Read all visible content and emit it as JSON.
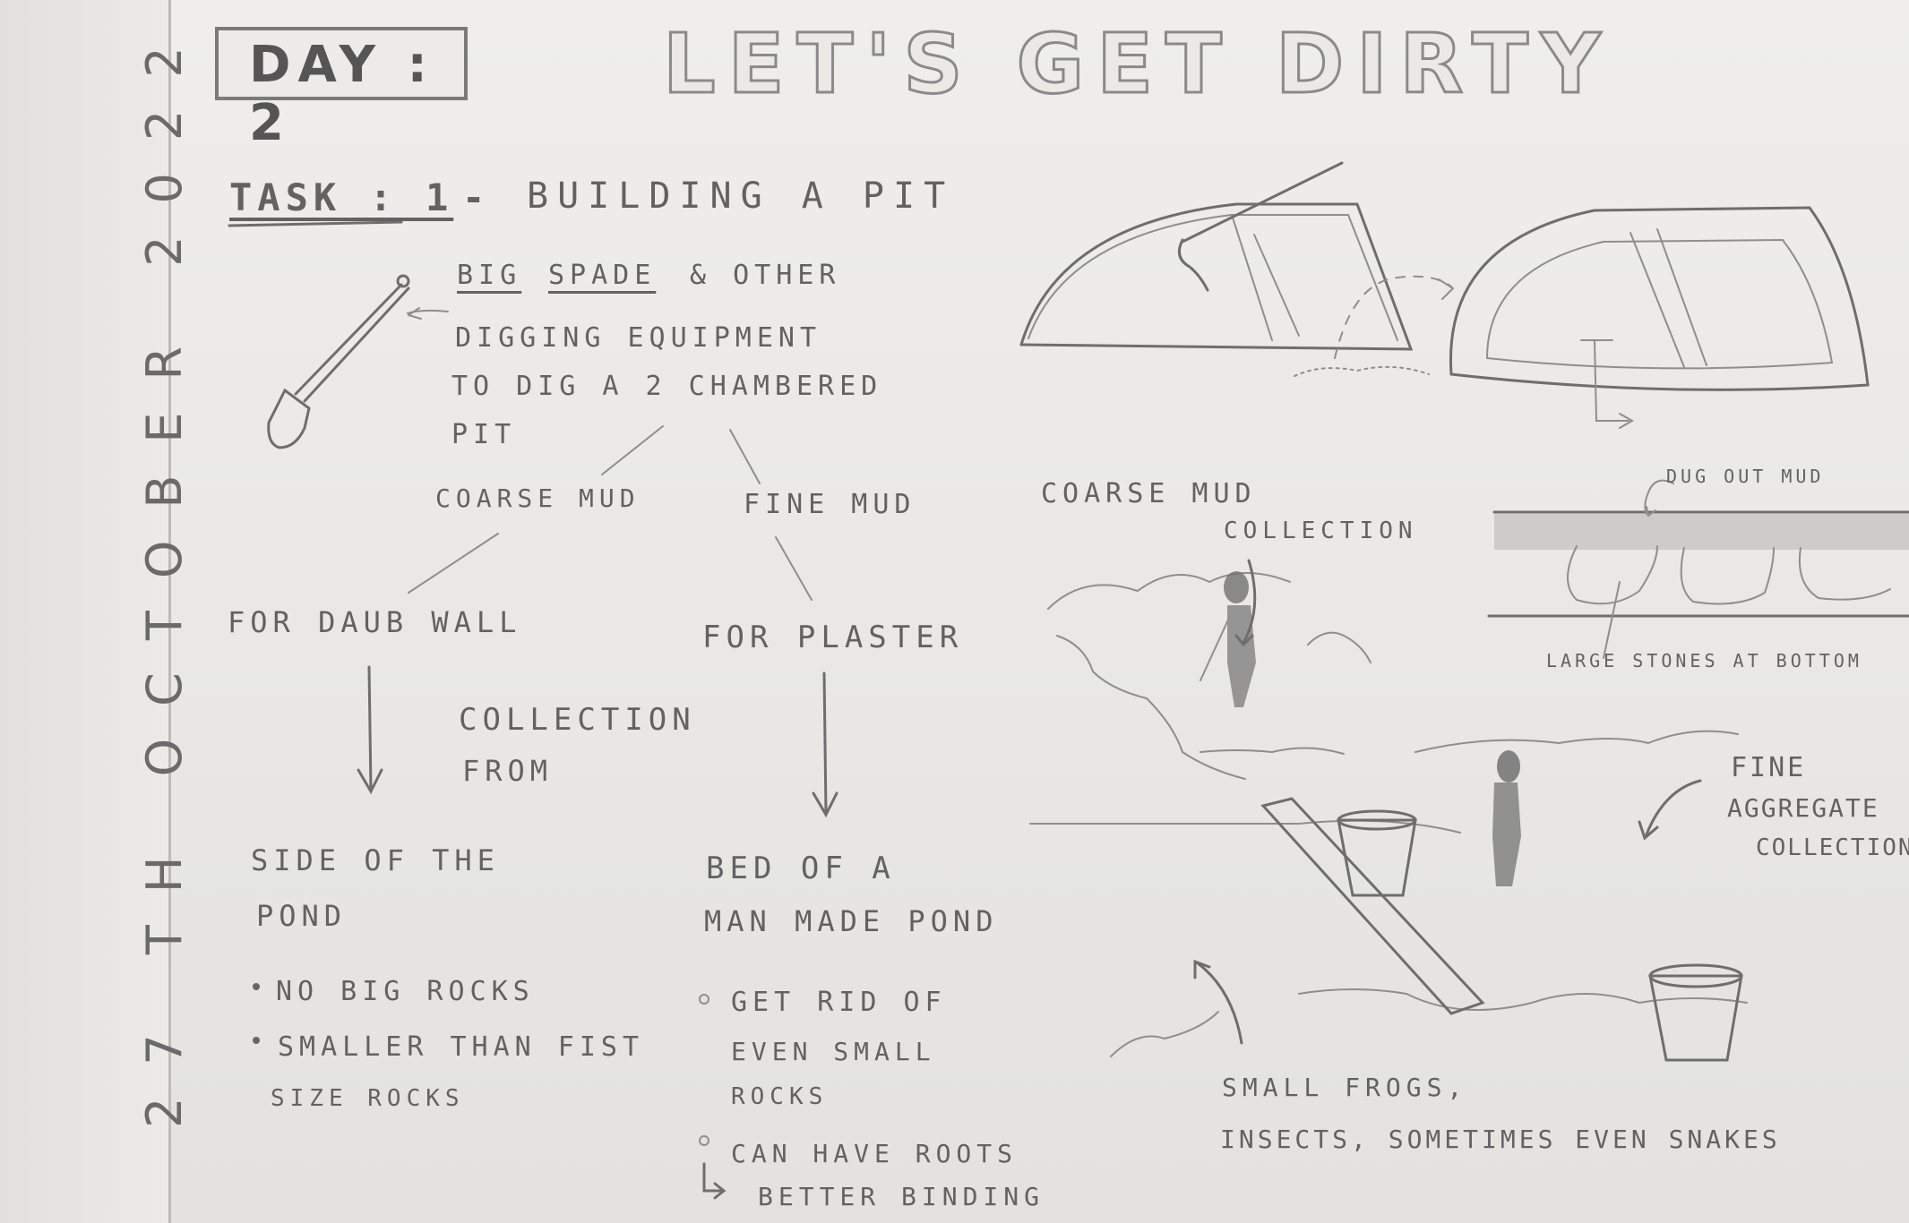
{
  "header": {
    "day_label": "DAY : 2",
    "title": "LET'S GET DIRTY",
    "date": "27 TH   OCTOBER   2022"
  },
  "task": {
    "label": "TASK : 1",
    "dash": "-",
    "name": "BUILDING A PIT"
  },
  "equipment": {
    "big": "BIG",
    "spade": "SPADE",
    "rest": "& OTHER",
    "line2": "DIGGING EQUIPMENT",
    "line3": "TO DIG A 2 CHAMBERED",
    "line4": "PIT"
  },
  "branches": {
    "coarse": "COARSE MUD",
    "fine": "FINE MUD",
    "daub": "FOR DAUB WALL",
    "plaster": "FOR PLASTER",
    "collection_line1": "COLLECTION",
    "collection_line2": "FROM"
  },
  "coarse_source": {
    "line1": "SIDE OF THE",
    "line2": "POND",
    "bullet1": "NO BIG ROCKS",
    "bullet2_line1": "SMALLER THAN FIST",
    "bullet2_line2": "SIZE ROCKS"
  },
  "fine_source": {
    "line1": "BED OF A",
    "line2": "MAN MADE POND",
    "bullet1_line1": "GET RID OF",
    "bullet1_line2": "EVEN SMALL",
    "bullet1_line3": "ROCKS",
    "bullet2": "CAN HAVE ROOTS",
    "sub": "BETTER BINDING"
  },
  "sketch_labels": {
    "coarse_line1": "COARSE MUD",
    "coarse_line2": "COLLECTION",
    "dug_out": "DUG OUT MUD",
    "large_stones": "LARGE STONES AT BOTTOM",
    "fine_agg_line1": "FINE",
    "fine_agg_line2": "AGGREGATE",
    "fine_agg_line3": "COLLECTION",
    "frogs_line1": "SMALL FROGS,",
    "frogs_line2": "INSECTS, SOMETIMES EVEN SNAKES"
  }
}
